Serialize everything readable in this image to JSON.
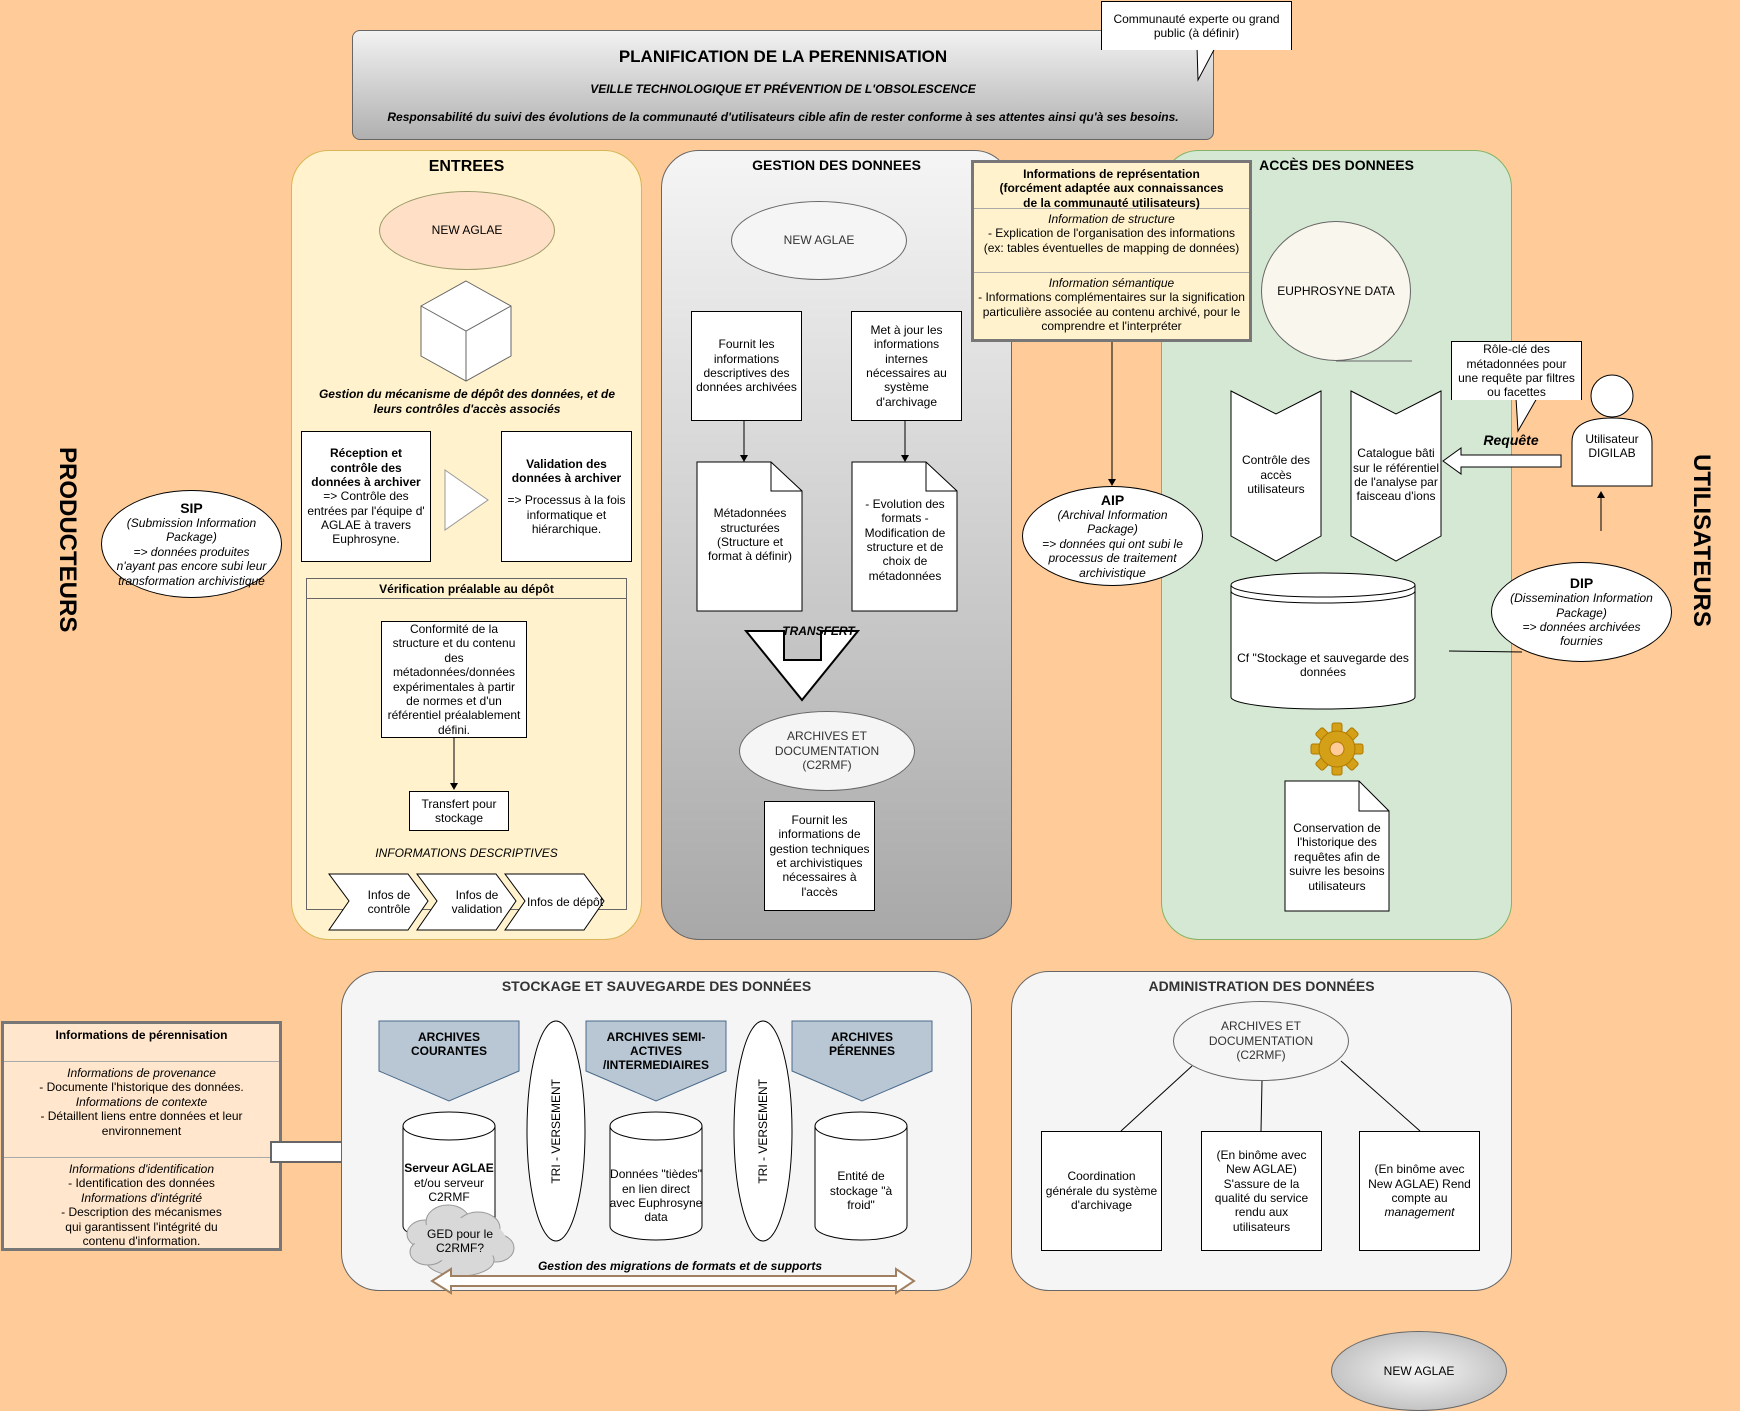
{
  "header": {
    "title": "PLANIFICATION DE LA PERENNISATION",
    "subtitle": "VEILLE TECHNOLOGIQUE ET PRÉVENTION DE L'OBSOLESCENCE",
    "description": "Responsabilité du suivi des évolutions de la communauté d'utilisateurs cible afin de rester conforme à ses attentes ainsi qu'à ses besoins.",
    "callout": "Communauté experte ou grand public (à définir)"
  },
  "side": {
    "left": "PRODUCTEURS",
    "right": "UTILISATEURS"
  },
  "sip": {
    "title": "SIP",
    "line1": "(Submission Information Package)",
    "line2": "=> données produites n'ayant pas encore subi leur transformation archivistique"
  },
  "entrees": {
    "title": "ENTREES",
    "ellipse": "NEW AGLAE",
    "caption": "Gestion du mécanisme de dépôt des données, et de leurs contrôles d'accès associés",
    "reception_title": "Réception et contrôle des données à archiver",
    "reception_body": "=> Contrôle des entrées par l'équipe d' AGLAE à travers Euphrosyne.",
    "validation_title": "Validation des données à archiver",
    "validation_body": "=> Processus à la fois informatique et hiérarchique.",
    "verif_title": "Vérification préalable au dépôt",
    "conformite": "Conformité de la structure et du contenu des métadonnées/données expérimentales à partir de normes et d'un référentiel préalablement défini.",
    "transfert": "Transfert pour stockage",
    "infos_label": "INFORMATIONS DESCRIPTIVES",
    "chevrons": [
      "Infos de contrôle",
      "Infos de validation",
      "Infos de dépôt"
    ]
  },
  "gestion": {
    "title": "GESTION DES DONNEES",
    "ellipse": "NEW AGLAE",
    "box_left": "Fournit les informations descriptives des données archivées",
    "box_right": "Met à jour les informations internes nécessaires au système d'archivage",
    "doc_left": "Métadonnées structurées (Structure et format à définir)",
    "doc_right": "- Evolution des formats - Modification de structure et de choix de métadonnées",
    "transfert": "TRANSFERT",
    "archives": "ARCHIVES ET DOCUMENTATION (C2RMF)",
    "box_bottom": "Fournit les informations de gestion techniques et archivistiques nécessaires à l'accès"
  },
  "representation": {
    "title": "Informations de représentation (forcément adaptée aux connaissances de la communauté utilisateurs)",
    "s1_title": "Information de structure",
    "s1_body": "- Explication de l'organisation des informations (ex: tables éventuelles de mapping de données)",
    "s2_title": "Information sémantique",
    "s2_body": "- Informations complémentaires sur la signification particulière associée au contenu archivé, pour le comprendre et l'interpréter"
  },
  "aip": {
    "title": "AIP",
    "line1": "(Archival Information Package)",
    "line2": "=> données qui ont subi le processus de traitement archivistique"
  },
  "acces": {
    "title": "ACCÈS DES DONNEES",
    "ellipse": "EUPHROSYNE DATA",
    "controle": "Contrôle des accès utilisateurs",
    "catalogue": "Catalogue bâti sur le référentiel de l'analyse par faisceau d'ions",
    "stockage": "Cf \"Stockage et sauvegarde des données",
    "conservation": "Conservation de l'historique des requêtes afin de suivre les besoins utilisateurs",
    "role_callout": "Rôle-clé des métadonnées pour une requête par filtres ou facettes",
    "requete": "Requête",
    "user": "Utilisateur DIGILAB"
  },
  "dip": {
    "title": "DIP",
    "line1": "(Dissemination Information Package)",
    "line2": "=> données archivées fournies"
  },
  "stockage": {
    "title": "STOCKAGE ET SAUVEGARDE DES DONNÉES",
    "courantes": "ARCHIVES COURANTES",
    "semi": "ARCHIVES SEMI-ACTIVES /INTERMEDIAIRES",
    "perennes": "ARCHIVES PÉRENNES",
    "tri": "TRI - VERSEMENT",
    "serveur_bold": "Serveur AGLAE",
    "serveur_rest": "et/ou serveur C2RMF",
    "tiedes": "Données \"tièdes\" en lien direct avec Euphrosyne data",
    "entite": "Entité de stockage \"à froid\"",
    "ged": "GED pour le C2RMF?",
    "migrations": "Gestion des migrations de formats et de supports"
  },
  "perennisation": {
    "title": "Informations de pérennisation",
    "p1_t1": "Informations de provenance",
    "p1_b1": "- Documente l'historique des données.",
    "p1_t2": "Informations de contexte",
    "p1_b2": "- Détaillent liens entre données et leur environnement",
    "p2_t1": "Informations d'identification",
    "p2_b1": "- Identification des données",
    "p2_t2": "Informations d'intégrité",
    "p2_b2": "- Description des mécanismes qui garantissent l'intégrité du contenu d'information."
  },
  "admin": {
    "title": "ADMINISTRATION DES DONNÉES",
    "ellipse": "ARCHIVES ET DOCUMENTATION (C2RMF)",
    "box1": "Coordination générale du système d'archivage",
    "box2": "(En binôme avec New AGLAE) S'assure de la qualité du service rendu aux utilisateurs",
    "box3_a": "(En binôme avec New AGLAE) Rend compte au ",
    "box3_b": "management"
  },
  "footer_ellipse": "NEW AGLAE"
}
